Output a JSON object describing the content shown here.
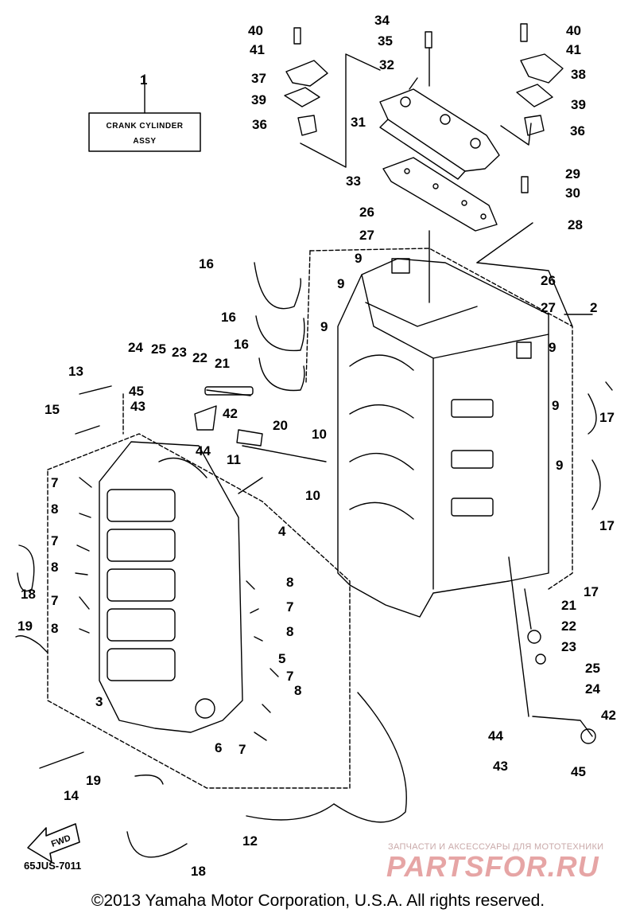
{
  "box": {
    "line1": "CRANK CYLINDER",
    "line2": "ASSY"
  },
  "callouts": [
    {
      "id": "c1",
      "t": "1"
    },
    {
      "id": "c2",
      "t": "2"
    },
    {
      "id": "c3",
      "t": "3"
    },
    {
      "id": "c4",
      "t": "4"
    },
    {
      "id": "c5",
      "t": "5"
    },
    {
      "id": "c6",
      "t": "6"
    },
    {
      "id": "c7a",
      "t": "7"
    },
    {
      "id": "c7b",
      "t": "7"
    },
    {
      "id": "c7c",
      "t": "7"
    },
    {
      "id": "c7d",
      "t": "7"
    },
    {
      "id": "c7e",
      "t": "7"
    },
    {
      "id": "c7f",
      "t": "7"
    },
    {
      "id": "c8a",
      "t": "8"
    },
    {
      "id": "c8b",
      "t": "8"
    },
    {
      "id": "c8c",
      "t": "8"
    },
    {
      "id": "c8d",
      "t": "8"
    },
    {
      "id": "c8e",
      "t": "8"
    },
    {
      "id": "c8f",
      "t": "8"
    },
    {
      "id": "c9a",
      "t": "9"
    },
    {
      "id": "c9b",
      "t": "9"
    },
    {
      "id": "c9c",
      "t": "9"
    },
    {
      "id": "c9d",
      "t": "9"
    },
    {
      "id": "c9e",
      "t": "9"
    },
    {
      "id": "c9f",
      "t": "9"
    },
    {
      "id": "c10a",
      "t": "10"
    },
    {
      "id": "c10b",
      "t": "10"
    },
    {
      "id": "c11",
      "t": "11"
    },
    {
      "id": "c12",
      "t": "12"
    },
    {
      "id": "c13",
      "t": "13"
    },
    {
      "id": "c14",
      "t": "14"
    },
    {
      "id": "c15",
      "t": "15"
    },
    {
      "id": "c16a",
      "t": "16"
    },
    {
      "id": "c16b",
      "t": "16"
    },
    {
      "id": "c16c",
      "t": "16"
    },
    {
      "id": "c17a",
      "t": "17"
    },
    {
      "id": "c17b",
      "t": "17"
    },
    {
      "id": "c17c",
      "t": "17"
    },
    {
      "id": "c18a",
      "t": "18"
    },
    {
      "id": "c18b",
      "t": "18"
    },
    {
      "id": "c19a",
      "t": "19"
    },
    {
      "id": "c19b",
      "t": "19"
    },
    {
      "id": "c20",
      "t": "20"
    },
    {
      "id": "c21a",
      "t": "21"
    },
    {
      "id": "c21b",
      "t": "21"
    },
    {
      "id": "c22a",
      "t": "22"
    },
    {
      "id": "c22b",
      "t": "22"
    },
    {
      "id": "c23a",
      "t": "23"
    },
    {
      "id": "c23b",
      "t": "23"
    },
    {
      "id": "c24a",
      "t": "24"
    },
    {
      "id": "c24b",
      "t": "24"
    },
    {
      "id": "c25a",
      "t": "25"
    },
    {
      "id": "c25b",
      "t": "25"
    },
    {
      "id": "c26a",
      "t": "26"
    },
    {
      "id": "c26b",
      "t": "26"
    },
    {
      "id": "c27a",
      "t": "27"
    },
    {
      "id": "c27b",
      "t": "27"
    },
    {
      "id": "c28",
      "t": "28"
    },
    {
      "id": "c29",
      "t": "29"
    },
    {
      "id": "c30",
      "t": "30"
    },
    {
      "id": "c31",
      "t": "31"
    },
    {
      "id": "c32",
      "t": "32"
    },
    {
      "id": "c33",
      "t": "33"
    },
    {
      "id": "c34",
      "t": "34"
    },
    {
      "id": "c35",
      "t": "35"
    },
    {
      "id": "c36a",
      "t": "36"
    },
    {
      "id": "c36b",
      "t": "36"
    },
    {
      "id": "c37",
      "t": "37"
    },
    {
      "id": "c38",
      "t": "38"
    },
    {
      "id": "c39a",
      "t": "39"
    },
    {
      "id": "c39b",
      "t": "39"
    },
    {
      "id": "c40a",
      "t": "40"
    },
    {
      "id": "c40b",
      "t": "40"
    },
    {
      "id": "c41a",
      "t": "41"
    },
    {
      "id": "c41b",
      "t": "41"
    },
    {
      "id": "c42a",
      "t": "42"
    },
    {
      "id": "c42b",
      "t": "42"
    },
    {
      "id": "c43a",
      "t": "43"
    },
    {
      "id": "c43b",
      "t": "43"
    },
    {
      "id": "c44a",
      "t": "44"
    },
    {
      "id": "c44b",
      "t": "44"
    },
    {
      "id": "c45a",
      "t": "45"
    },
    {
      "id": "c45b",
      "t": "45"
    }
  ],
  "fwd_label": "FWD",
  "diagram_code": "65JUS-7011",
  "watermark": {
    "tagline": "ЗАПЧАСТИ И АКСЕССУАРЫ ДЛЯ МОТОТЕХНИКИ",
    "logo": "PARTSFOR.RU"
  },
  "copyright": "©2013 Yamaha Motor Corporation, U.S.A. All rights reserved."
}
